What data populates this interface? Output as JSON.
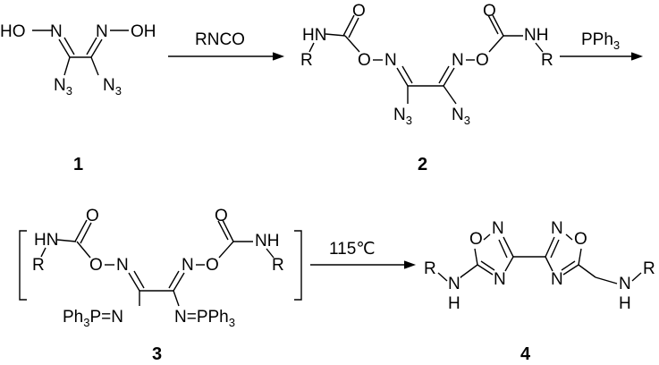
{
  "compounds": {
    "c1": {
      "number": "1",
      "oh_left": "HO",
      "oh_right": "OH",
      "n_left": "N",
      "n_right": "N",
      "azide_left": "N",
      "azide_right": "N",
      "sub3": "3",
      "o_left": "–",
      "o_right": "–"
    },
    "c2": {
      "number": "2",
      "hn_left": "HN",
      "nh_right": "NH",
      "r_left": "R",
      "r_right": "R",
      "o_top_left": "O",
      "o_top_right": "O",
      "o_link_left": "O",
      "o_link_right": "O",
      "n_left": "N",
      "n_right": "N",
      "azide_left": "N",
      "azide_right": "N",
      "sub3": "3"
    },
    "c3": {
      "number": "3",
      "hn_left": "HN",
      "nh_right": "NH",
      "r_left": "R",
      "r_right": "R",
      "o_top_left": "O",
      "o_top_right": "O",
      "o_link_left": "O",
      "o_link_right": "O",
      "n_left": "N",
      "n_right": "N",
      "phos_left_a": "Ph",
      "phos_left_b": "P=N",
      "phos_right_a": "N=PPh",
      "sub3": "3"
    },
    "c4": {
      "number": "4",
      "o_left": "O",
      "n_left_top": "N",
      "n_left_bottom": "N",
      "o_right": "O",
      "n_right_top": "N",
      "n_right_bottom": "N",
      "r_left": "R",
      "r_right": "R",
      "nh_left_n": "N",
      "nh_left_h": "H",
      "nh_right_n": "N",
      "nh_right_h": "H"
    }
  },
  "arrows": {
    "step1": {
      "reagent": "RNCO"
    },
    "step2": {
      "reagent_base": "PPh",
      "reagent_sub": "3"
    },
    "step3": {
      "reagent": "115℃"
    }
  }
}
